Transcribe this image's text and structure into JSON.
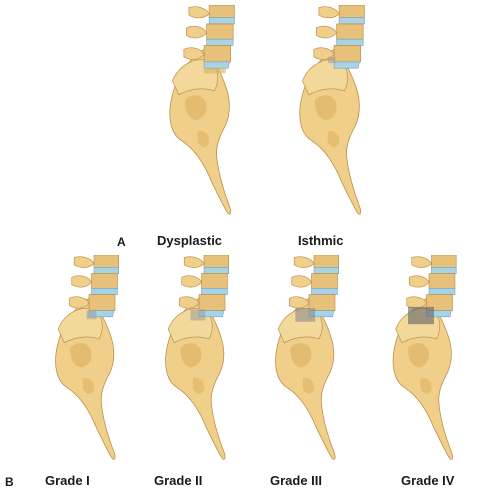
{
  "panels": {
    "a": {
      "letter": "A",
      "captions": [
        "Dysplastic",
        "Isthmic"
      ]
    },
    "b": {
      "letter": "B",
      "captions": [
        "Grade I",
        "Grade II",
        "Grade III",
        "Grade IV"
      ]
    }
  },
  "colors": {
    "bone": "#f0cf8a",
    "bone_shade": "#d9ad5e",
    "bone_outline": "#b98a43",
    "disc": "#a9d3e3",
    "disc_outline": "#6fa6bd",
    "slip_marker": "#9a9a9a"
  }
}
